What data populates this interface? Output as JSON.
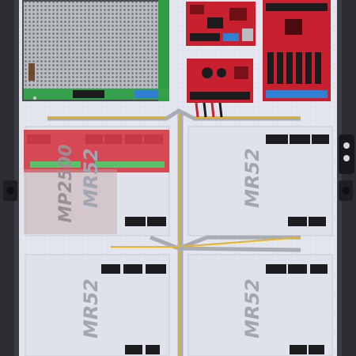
{
  "boards": {
    "mr52_labels": [
      "MR52",
      "MR52",
      "MR52",
      "MR52"
    ],
    "mp2500_label": "MP2500"
  },
  "colors": {
    "enclosure": "#2b2d31",
    "backplate": "#e3e6ee",
    "mr52_board": "#dfe2ea",
    "red_board": "#c8202e",
    "psu_mesh": "#9ea3a8",
    "green_pcb": "#3aa64b",
    "wire_yellow": "#e6b422",
    "wire_gray": "#a9adb3",
    "terminal_black": "#1c1c1e",
    "terminal_blue": "#2f7fd2"
  }
}
